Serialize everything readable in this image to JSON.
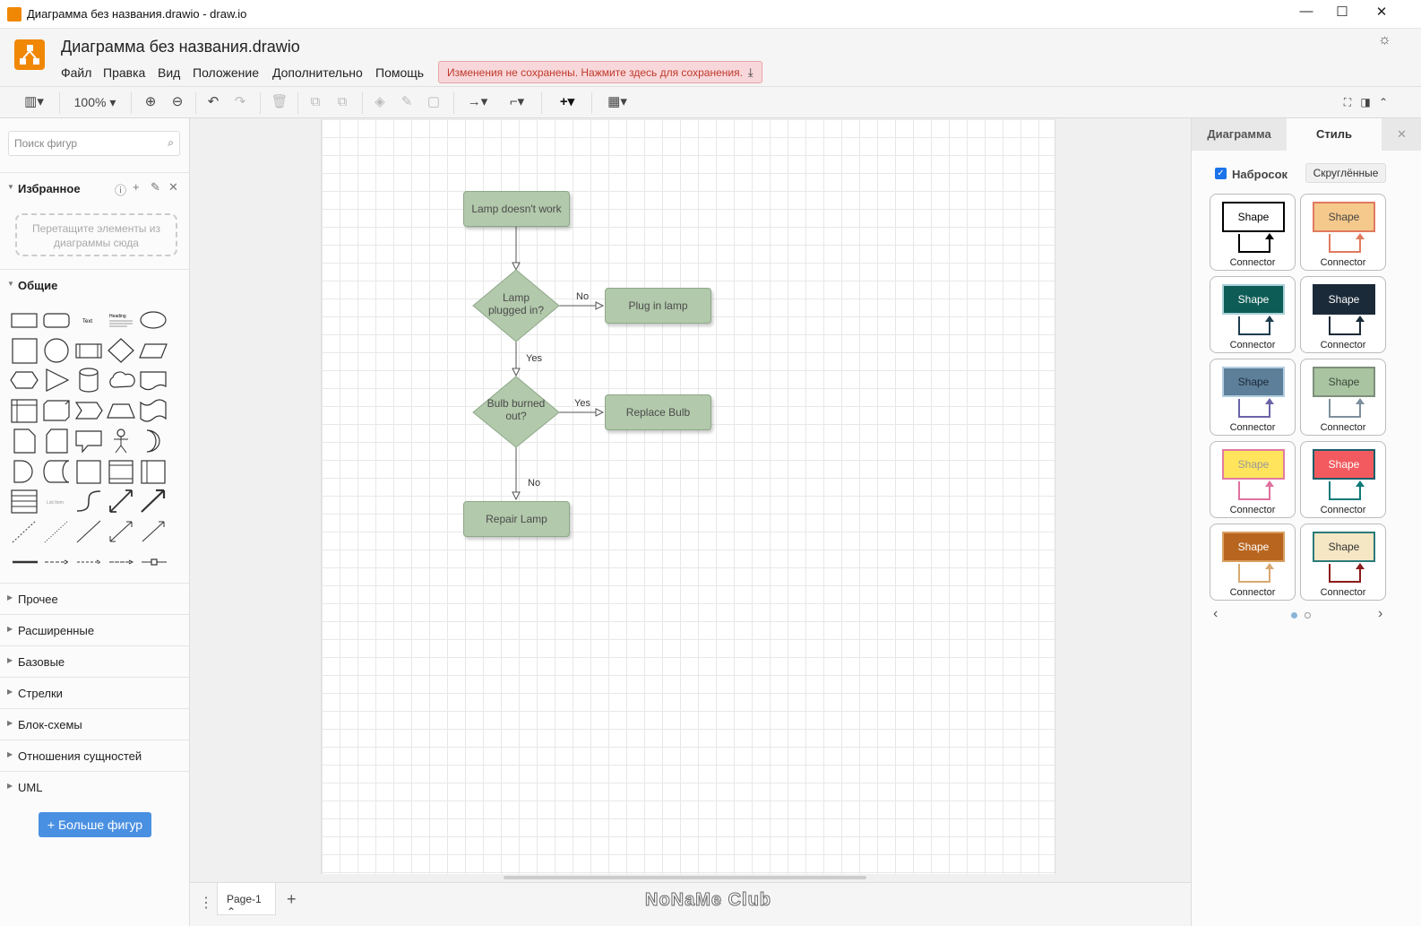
{
  "window": {
    "title": "Диаграмма без названия.drawio - draw.io",
    "minimize": "—",
    "maximize": "☐",
    "close": "✕"
  },
  "header": {
    "doc_title": "Диаграмма без названия.drawio",
    "menu": [
      "Файл",
      "Правка",
      "Вид",
      "Положение",
      "Дополнительно",
      "Помощь"
    ],
    "unsaved": "Изменения не сохранены. Нажмите здесь для сохранения."
  },
  "toolbar": {
    "zoom": "100%"
  },
  "left": {
    "search_placeholder": "Поиск фигур",
    "favorites": "Избранное",
    "fav_drop": "Перетащите элементы из диаграммы сюда",
    "general": "Общие",
    "sections": [
      "Прочее",
      "Расширенные",
      "Базовые",
      "Стрелки",
      "Блок-схемы",
      "Отношения сущностей",
      "UML"
    ],
    "more_shapes": "+ Больше фигур"
  },
  "diagram": {
    "n1": "Lamp doesn't work",
    "d1": "Lamp plugged in?",
    "n2": "Plug in lamp",
    "d2": "Bulb burned out?",
    "n3": "Replace Bulb",
    "n4": "Repair Lamp",
    "e_no1": "No",
    "e_yes1": "Yes",
    "e_yes2": "Yes",
    "e_no2": "No",
    "colors": {
      "fill": "#b2c9ab",
      "stroke": "#8ea889"
    }
  },
  "bottom": {
    "page_tab": "Page-1",
    "watermark": "NoNaMe Club"
  },
  "right": {
    "tab_diagram": "Диаграмма",
    "tab_style": "Стиль",
    "sketch_label": "Набросок",
    "sketch_checked": true,
    "rounded_button": "Скруглённые",
    "shape_label": "Shape",
    "connector_label": "Connector",
    "styles": [
      {
        "fill": "#ffffff",
        "stroke": "#000000",
        "text": "#000000",
        "conn": "#000000"
      },
      {
        "fill": "#f5c98b",
        "stroke": "#e07a5f",
        "text": "#444444",
        "conn": "#e07a5f"
      },
      {
        "fill": "#0d5c56",
        "stroke": "#a8d0d8",
        "text": "#ffffff",
        "conn": "#1d3c4e"
      },
      {
        "fill": "#1b2a38",
        "stroke": "#1b2a38",
        "text": "#ffffff",
        "conn": "#1b2a38"
      },
      {
        "fill": "#5d7f99",
        "stroke": "#b3cce0",
        "text": "#1c2a3a",
        "conn": "#6b63a8"
      },
      {
        "fill": "#a9c4a0",
        "stroke": "#7e8f7c",
        "text": "#3a4a3a",
        "conn": "#7e8f9c"
      },
      {
        "fill": "#ffe45c",
        "stroke": "#e07a9f",
        "text": "#999999",
        "conn": "#e0709f"
      },
      {
        "fill": "#f25a5f",
        "stroke": "#1b5e6a",
        "text": "#ffffff",
        "conn": "#0f7a7a"
      },
      {
        "fill": "#b8651f",
        "stroke": "#d9a060",
        "text": "#ffffff",
        "conn": "#d9a870"
      },
      {
        "fill": "#f5e6c4",
        "stroke": "#2a7a78",
        "text": "#333333",
        "conn": "#8b1a1a"
      }
    ]
  }
}
